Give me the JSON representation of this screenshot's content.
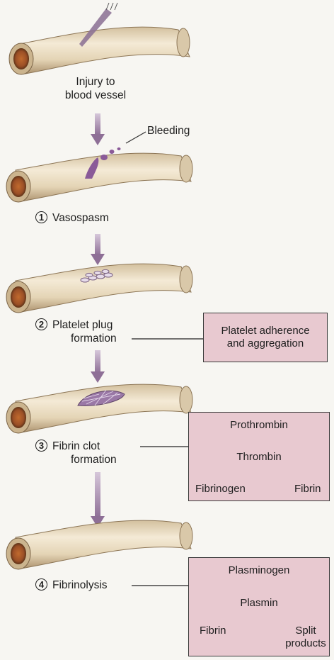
{
  "labels": {
    "injury_line1": "Injury to",
    "injury_line2": "blood vessel",
    "bleeding": "Bleeding"
  },
  "steps": [
    {
      "number": "1",
      "line1": "Vasospasm",
      "line2": ""
    },
    {
      "number": "2",
      "line1": "Platelet plug",
      "line2": "formation"
    },
    {
      "number": "3",
      "line1": "Fibrin clot",
      "line2": "formation"
    },
    {
      "number": "4",
      "line1": "Fibrinolysis",
      "line2": ""
    }
  ],
  "boxes": {
    "platelet": {
      "line1": "Platelet adherence",
      "line2": "and aggregation"
    },
    "fibrin_clot": {
      "prothrombin": "Prothrombin",
      "thrombin": "Thrombin",
      "fibrinogen": "Fibrinogen",
      "fibrin": "Fibrin"
    },
    "fibrinolysis": {
      "plasminogen": "Plasminogen",
      "plasmin": "Plasmin",
      "fibrin": "Fibrin",
      "split_line1": "Split",
      "split_line2": "products"
    }
  },
  "colors": {
    "vessel_body": "#e9dcc2",
    "vessel_shadow": "#b59a72",
    "vessel_lumen": "#a35a2e",
    "flow_arrow": "#9a7aa0",
    "blood": "#8a5a98",
    "box_fill": "#e8c9d0"
  }
}
